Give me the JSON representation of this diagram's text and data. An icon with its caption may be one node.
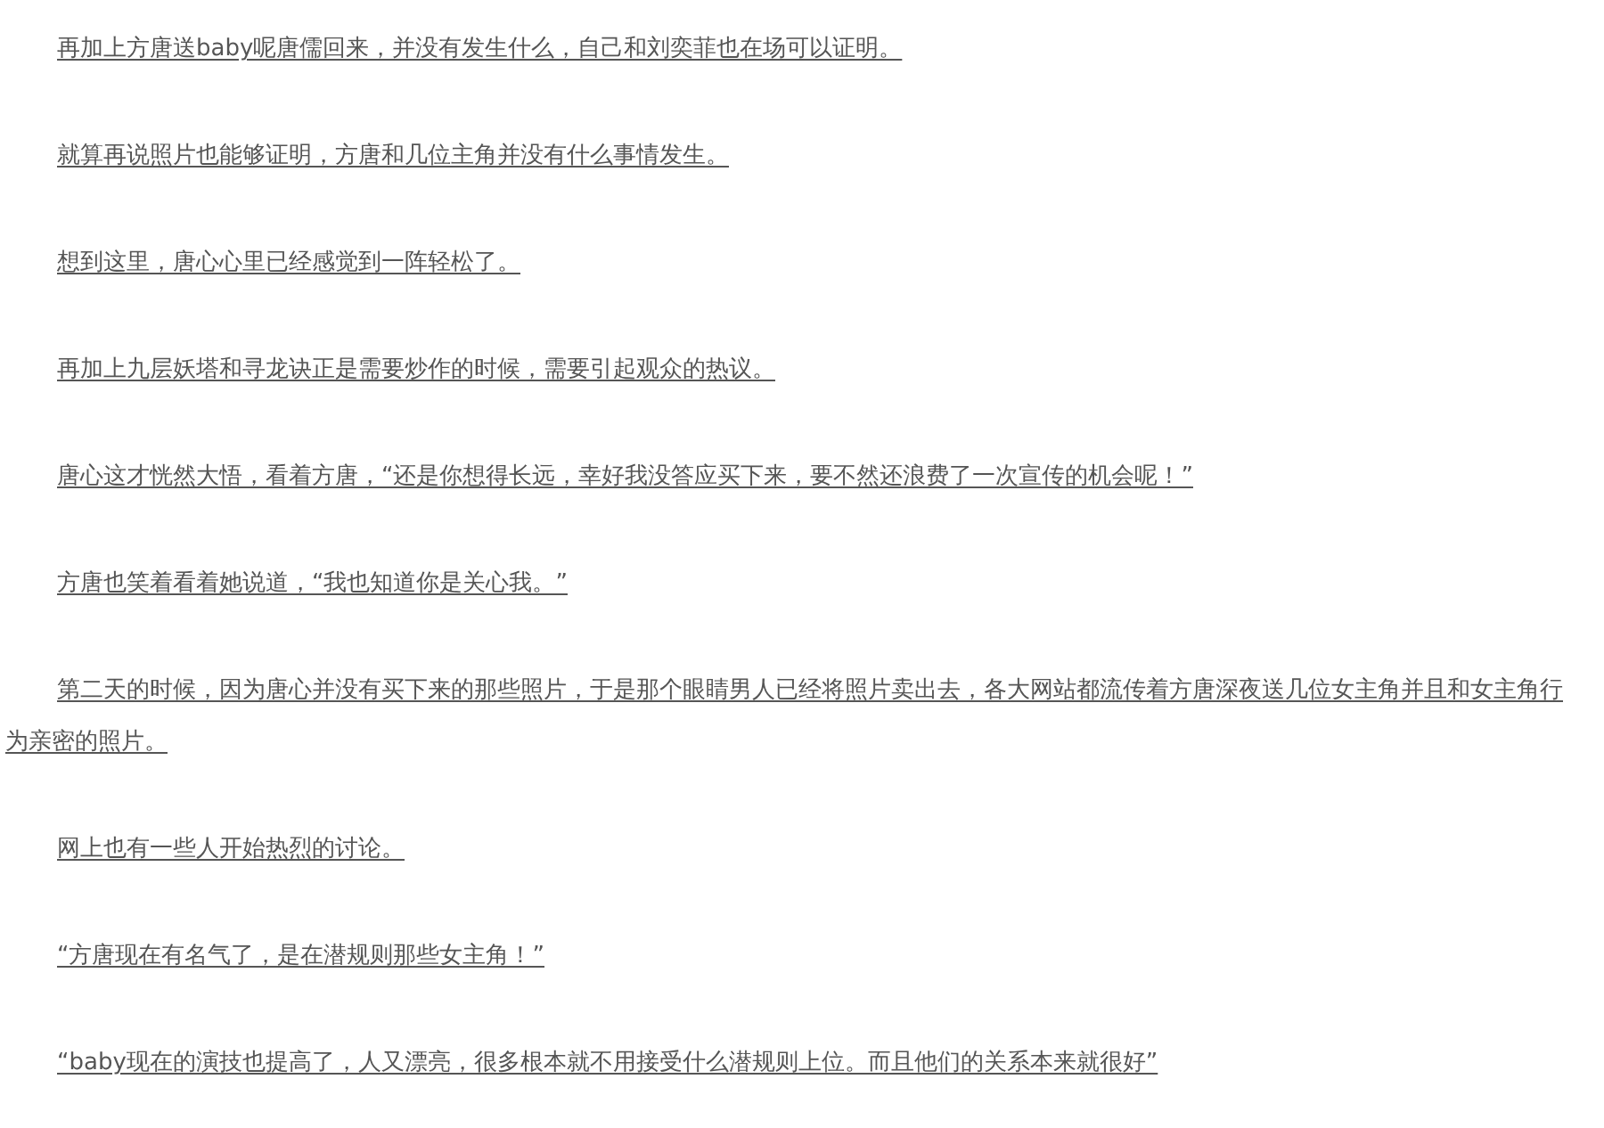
{
  "diagram": {
    "labels": [
      "再加上方唐送baby呢唐儒回来，并没有发生什么，自己和刘奕菲也在场可以证明。",
      "就算再说照片也能够证明，方唐和几位主角并没有什么事情发生。",
      "想到这里，唐心心里已经感觉到一阵轻松了。",
      "再加上九层妖塔和寻龙诀正是需要炒作的时候，需要引起观众的热议。",
      "唐心这才恍然大悟，看着方唐，“还是你想得长远，幸好我没答应买下来，要不然还浪费了一次宣传的机会呢！”",
      "方唐也笑着看着她说道，“我也知道你是关心我。”",
      "第二天的时候，因为唐心并没有买下来的那些照片，于是那个眼睛男人已经将照片卖出去，各大网站都流传着方唐深夜送几位女主角并且和女主角行为亲密的照片。",
      "网上也有一些人开始热烈的讨论。",
      "“方唐现在有名气了，是在潜规则那些女主角！”",
      "“baby现在的演技也提高了，人又漂亮，很多根本就不用接受什么潜规则上位。而且他们的关系本来就很好”"
    ]
  }
}
